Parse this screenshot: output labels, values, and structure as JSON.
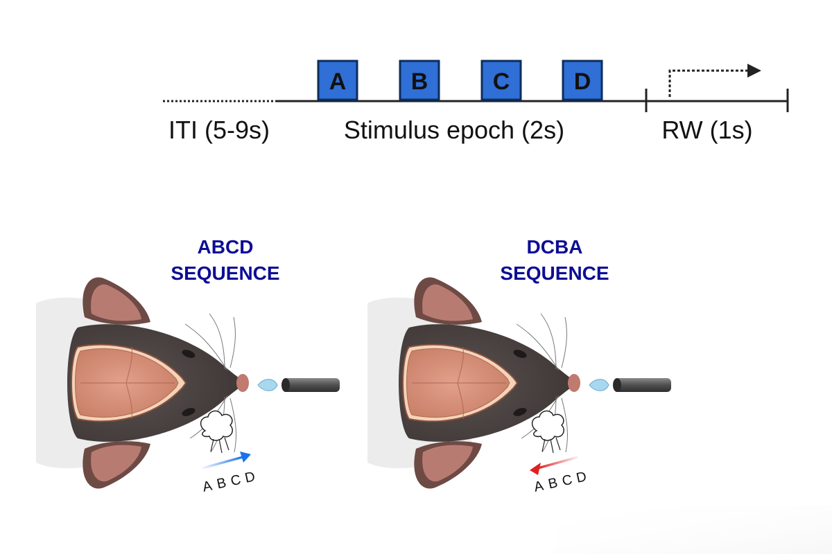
{
  "timeline": {
    "iti_label": "ITI (5-9s)",
    "stimulus_label": "Stimulus epoch (2s)",
    "rw_label": "RW (1s)",
    "boxes": [
      "A",
      "B",
      "C",
      "D"
    ],
    "box_color": "#2f6fd6"
  },
  "panels": [
    {
      "title_line1": "ABCD",
      "title_line2": "SEQUENCE",
      "letters": [
        "A",
        "B",
        "C",
        "D"
      ],
      "arrow_direction": "right",
      "arrow_color": "#1a73e8"
    },
    {
      "title_line1": "DCBA",
      "title_line2": "SEQUENCE",
      "letters": [
        "A",
        "B",
        "C",
        "D"
      ],
      "arrow_direction": "left",
      "arrow_color": "#e02020"
    }
  ],
  "colors": {
    "title": "#0d0d96",
    "fur": "#4a4240",
    "brain": "#d4907a",
    "ear_inner": "#b07068",
    "water": "#9fd3ee",
    "tube": "#555555"
  }
}
